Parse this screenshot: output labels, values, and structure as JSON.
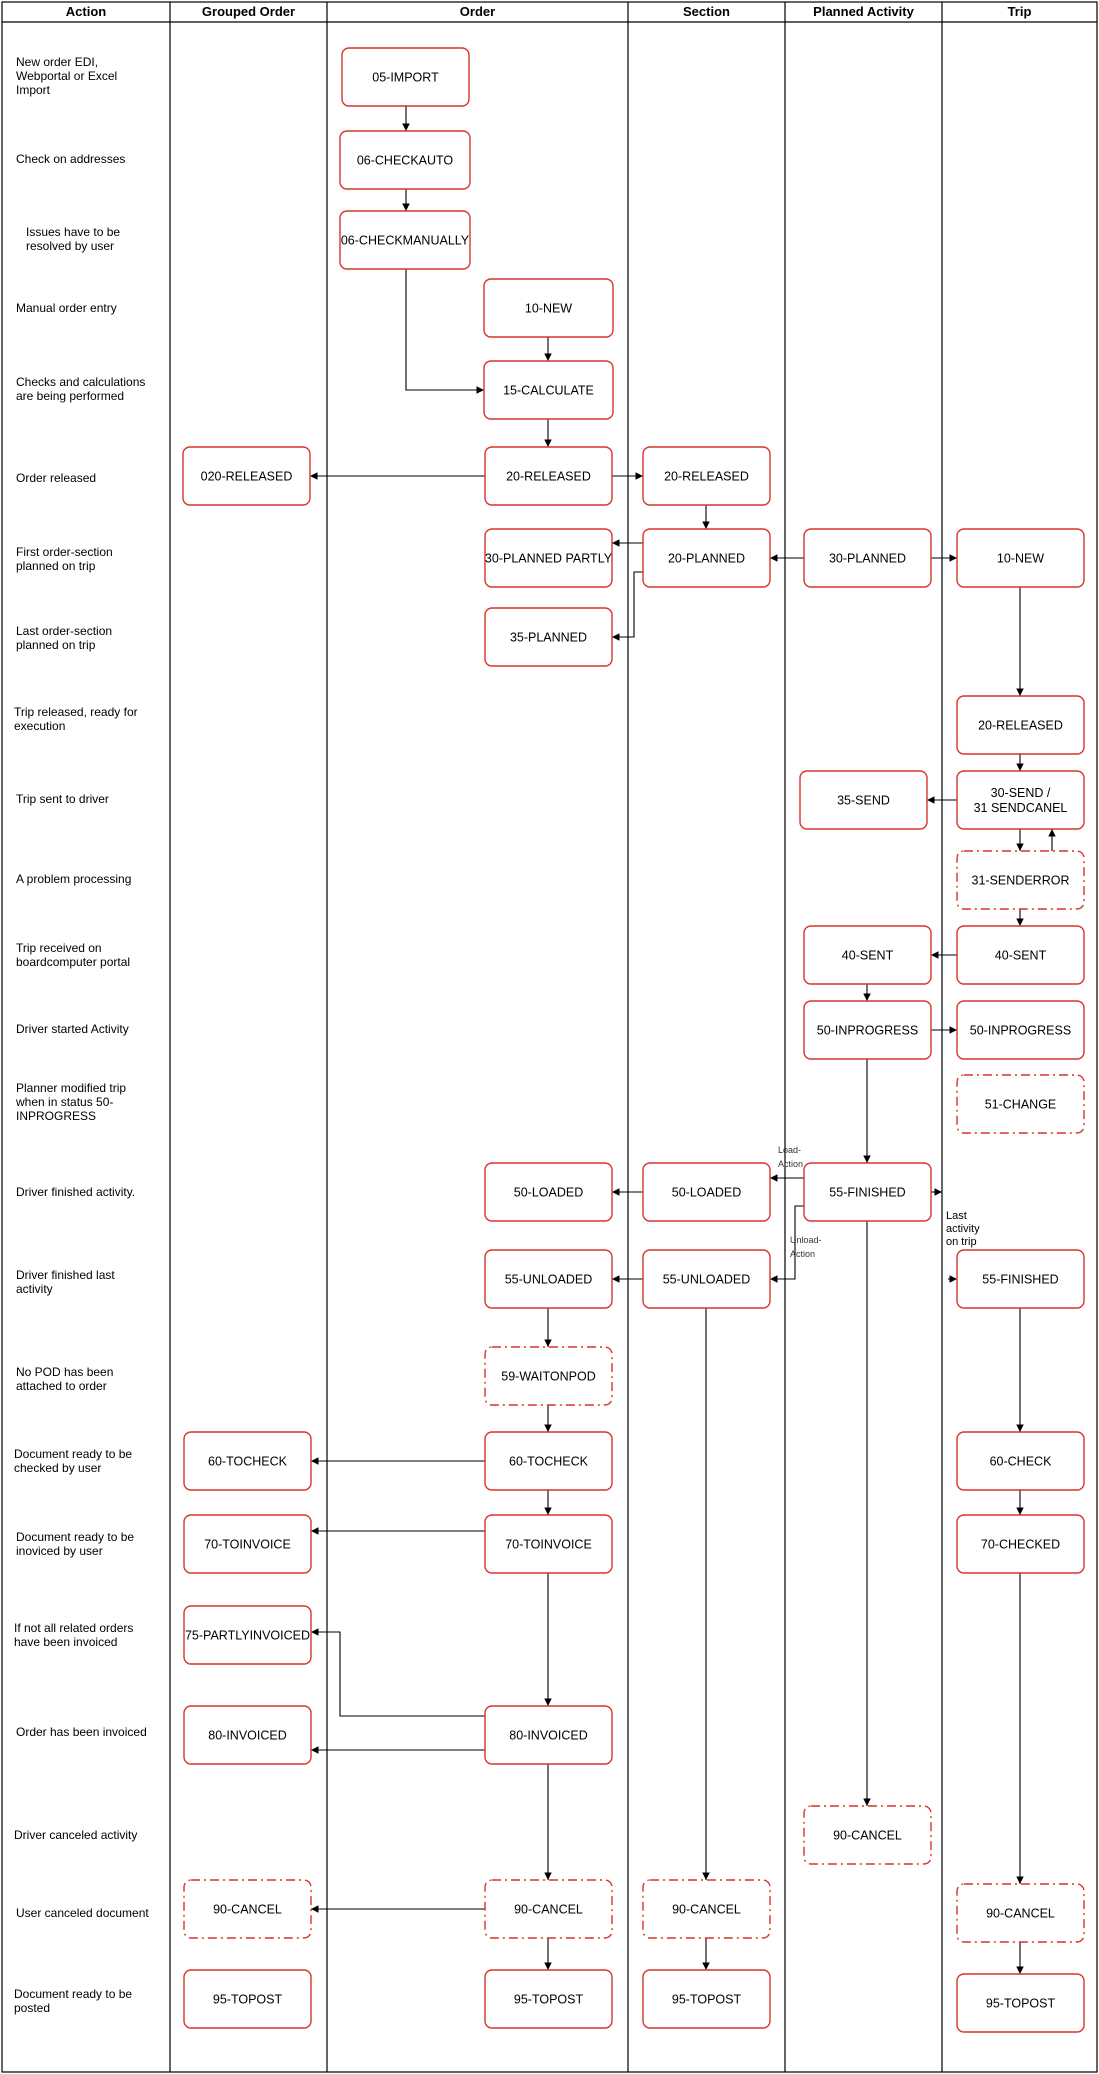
{
  "lanes": [
    "Action",
    "Grouped Order",
    "Order",
    "Section",
    "Planned Activity",
    "Trip"
  ],
  "colors": {
    "node_border": "#d9342b",
    "line": "#000000",
    "background": "#ffffff"
  },
  "actions": [
    {
      "lines": [
        "New order EDI,",
        "Webportal or Excel",
        "Import"
      ]
    },
    {
      "lines": [
        "Check on addresses"
      ]
    },
    {
      "lines": [
        "Issues have to be",
        "resolved by user"
      ]
    },
    {
      "lines": [
        "Manual order entry"
      ]
    },
    {
      "lines": [
        "Checks and calculations",
        "are being performed"
      ]
    },
    {
      "lines": [
        "Order released"
      ]
    },
    {
      "lines": [
        "First order-section",
        "planned on trip"
      ]
    },
    {
      "lines": [
        "Last order-section",
        "planned on trip"
      ]
    },
    {
      "lines": [
        "Trip released, ready for",
        "execution"
      ]
    },
    {
      "lines": [
        "Trip sent to driver"
      ]
    },
    {
      "lines": [
        "A problem processing"
      ]
    },
    {
      "lines": [
        "Trip received on",
        "boardcomputer portal"
      ]
    },
    {
      "lines": [
        "Driver started Activity"
      ]
    },
    {
      "lines": [
        "Planner modified trip",
        "when in status 50-",
        "INPROGRESS"
      ]
    },
    {
      "lines": [
        "Driver finished activity."
      ]
    },
    {
      "lines": [
        "Driver finished last",
        "activity"
      ]
    },
    {
      "lines": [
        "No POD has been",
        "attached to order"
      ]
    },
    {
      "lines": [
        "Document ready to be",
        "checked by user"
      ]
    },
    {
      "lines": [
        "Document ready to be",
        "inoviced by user"
      ]
    },
    {
      "lines": [
        "If not all related orders",
        "have been invoiced"
      ]
    },
    {
      "lines": [
        "Order has been invoiced"
      ]
    },
    {
      "lines": [
        "Driver canceled activity"
      ]
    },
    {
      "lines": [
        "User canceled document"
      ]
    },
    {
      "lines": [
        "Document ready to be",
        "posted"
      ]
    }
  ],
  "nodes": [
    {
      "id": "o_import",
      "lines": [
        "05-IMPORT"
      ]
    },
    {
      "id": "o_checkauto",
      "lines": [
        "06-CHECKAUTO"
      ]
    },
    {
      "id": "o_checkman",
      "lines": [
        "06-CHECKMANUALLY"
      ]
    },
    {
      "id": "o_new",
      "lines": [
        "10-NEW"
      ]
    },
    {
      "id": "o_calc",
      "lines": [
        "15-CALCULATE"
      ]
    },
    {
      "id": "g_released",
      "lines": [
        "020-RELEASED"
      ]
    },
    {
      "id": "o_released",
      "lines": [
        "20-RELEASED"
      ]
    },
    {
      "id": "s_released",
      "lines": [
        "20-RELEASED"
      ]
    },
    {
      "id": "o_plannedpartly",
      "lines": [
        "30-PLANNED PARTLY"
      ]
    },
    {
      "id": "s_planned",
      "lines": [
        "20-PLANNED"
      ]
    },
    {
      "id": "p_planned",
      "lines": [
        "30-PLANNED"
      ]
    },
    {
      "id": "t_new",
      "lines": [
        "10-NEW"
      ]
    },
    {
      "id": "o_planned",
      "lines": [
        "35-PLANNED"
      ]
    },
    {
      "id": "t_released",
      "lines": [
        "20-RELEASED"
      ]
    },
    {
      "id": "p_send",
      "lines": [
        "35-SEND"
      ]
    },
    {
      "id": "t_send",
      "lines": [
        "30-SEND /",
        "31 SENDCANEL"
      ]
    },
    {
      "id": "t_senderror",
      "lines": [
        "31-SENDERROR"
      ],
      "dashed": true
    },
    {
      "id": "p_sent",
      "lines": [
        "40-SENT"
      ]
    },
    {
      "id": "t_sent",
      "lines": [
        "40-SENT"
      ]
    },
    {
      "id": "p_inprogress",
      "lines": [
        "50-INPROGRESS"
      ]
    },
    {
      "id": "t_inprogress",
      "lines": [
        "50-INPROGRESS"
      ]
    },
    {
      "id": "t_change",
      "lines": [
        "51-CHANGE"
      ],
      "dashed": true
    },
    {
      "id": "o_loaded",
      "lines": [
        "50-LOADED"
      ]
    },
    {
      "id": "s_loaded",
      "lines": [
        "50-LOADED"
      ]
    },
    {
      "id": "p_finished",
      "lines": [
        "55-FINISHED"
      ]
    },
    {
      "id": "o_unloaded",
      "lines": [
        "55-UNLOADED"
      ]
    },
    {
      "id": "s_unloaded",
      "lines": [
        "55-UNLOADED"
      ]
    },
    {
      "id": "t_finished",
      "lines": [
        "55-FINISHED"
      ]
    },
    {
      "id": "o_waitonpod",
      "lines": [
        "59-WAITONPOD"
      ],
      "dashed": true
    },
    {
      "id": "g_tocheck",
      "lines": [
        "60-TOCHECK"
      ]
    },
    {
      "id": "o_tocheck",
      "lines": [
        "60-TOCHECK"
      ]
    },
    {
      "id": "t_check",
      "lines": [
        "60-CHECK"
      ]
    },
    {
      "id": "g_toinvoice",
      "lines": [
        "70-TOINVOICE"
      ]
    },
    {
      "id": "o_toinvoice",
      "lines": [
        "70-TOINVOICE"
      ]
    },
    {
      "id": "t_checked",
      "lines": [
        "70-CHECKED"
      ]
    },
    {
      "id": "g_partly",
      "lines": [
        "75-PARTLYINVOICED"
      ]
    },
    {
      "id": "g_invoiced",
      "lines": [
        "80-INVOICED"
      ]
    },
    {
      "id": "o_invoiced",
      "lines": [
        "80-INVOICED"
      ]
    },
    {
      "id": "p_cancel",
      "lines": [
        "90-CANCEL"
      ],
      "dashed": true
    },
    {
      "id": "g_cancel",
      "lines": [
        "90-CANCEL"
      ],
      "dashed": true
    },
    {
      "id": "o_cancel",
      "lines": [
        "90-CANCEL"
      ],
      "dashed": true
    },
    {
      "id": "s_cancel",
      "lines": [
        "90-CANCEL"
      ],
      "dashed": true
    },
    {
      "id": "t_cancel",
      "lines": [
        "90-CANCEL"
      ],
      "dashed": true
    },
    {
      "id": "g_topost",
      "lines": [
        "95-TOPOST"
      ]
    },
    {
      "id": "o_topost",
      "lines": [
        "95-TOPOST"
      ]
    },
    {
      "id": "s_topost",
      "lines": [
        "95-TOPOST"
      ]
    },
    {
      "id": "t_topost",
      "lines": [
        "95-TOPOST"
      ]
    }
  ],
  "notes": [
    {
      "id": "load_action",
      "lines": [
        "Load-",
        "Action"
      ]
    },
    {
      "id": "unload_action",
      "lines": [
        "Unload-",
        "Action"
      ]
    },
    {
      "id": "last_activity",
      "lines": [
        "Last",
        "activity",
        "on trip"
      ]
    }
  ]
}
